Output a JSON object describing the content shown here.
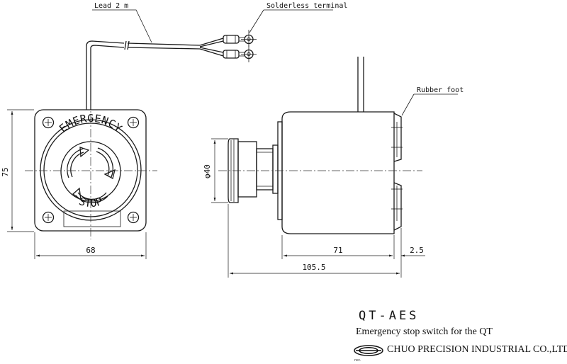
{
  "callouts": {
    "lead": "Lead 2 m",
    "terminal": "Solderless terminal",
    "foot": "Rubber foot"
  },
  "button_text": {
    "top": "EMERGENCY",
    "bottom": "STOP"
  },
  "dimensions": {
    "height": "75",
    "width": "68",
    "diameter": "φ40",
    "body_length": "71",
    "foot": "2.5",
    "overall": "105.5"
  },
  "title_block": {
    "model": "QT-AES",
    "description": "Emergency stop switch for the QT",
    "company": "CHUO PRECISION INDUSTRIAL CO.,LTD.",
    "rev": "rev."
  }
}
